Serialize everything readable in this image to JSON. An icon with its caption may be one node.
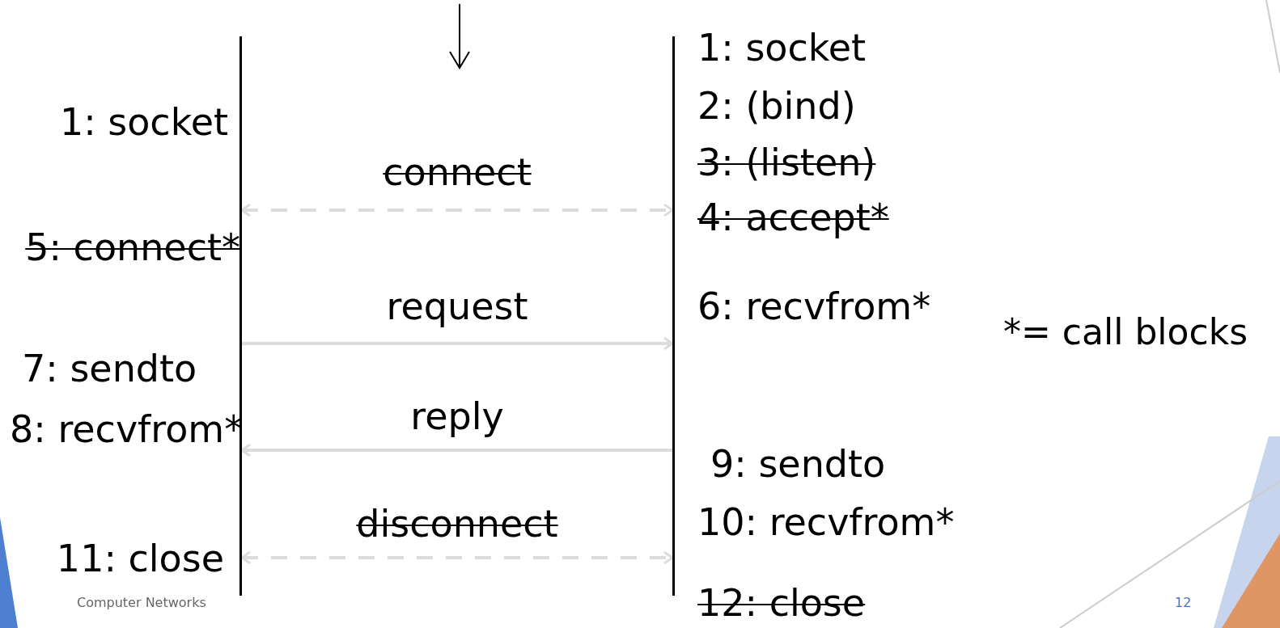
{
  "diagram": {
    "nodes": [
      {
        "text": [],
        "shape": "bar"
      },
      {
        "text": [],
        "shape": "bar"
      }
    ],
    "edges": [
      {
        "from": 0,
        "to": 1,
        "arrow": "both",
        "label": "connect",
        "style": "dashed"
      },
      {
        "from": 0,
        "to": 1,
        "arrow": "to",
        "label": "request"
      },
      {
        "from": 1,
        "to": 0,
        "arrow": "to",
        "label": "reply"
      },
      {
        "from": 0,
        "to": 1,
        "arrow": "both",
        "label": "disconnect",
        "style": "dashed"
      }
    ],
    "labels": [
      "1: socket",
      "5: connect*",
      "7: sendto",
      "8: recvfrom*",
      "11: close",
      "1: socket",
      "2: (bind)",
      "3: (listen)",
      "4: accept*",
      "6: recvfrom*",
      "9: sendto",
      "10: recvfrom*",
      "12: close",
      "*= call blocks",
      "Computer Networks",
      "12"
    ]
  }
}
